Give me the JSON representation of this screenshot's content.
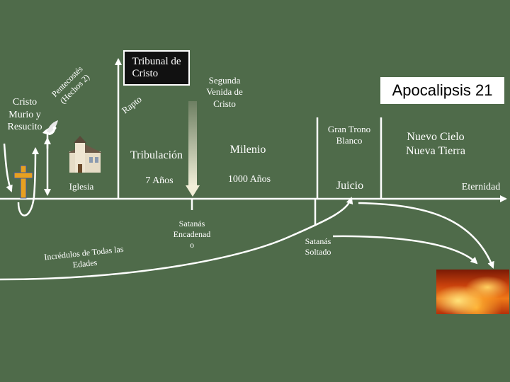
{
  "title_box": "Apocalipsis 21",
  "tribunal": "Tribunal de\nCristo",
  "cristo_murio": "Cristo\nMurio y\nResucito",
  "pentecostes": "Pentecostés\n(Hechos 2)",
  "iglesia": "Iglesia",
  "rapto": "Rapto",
  "tribulacion": "Tribulación",
  "siete_anos": "7  Años",
  "segunda_venida": "Segunda\nVenida de\nCristo",
  "milenio": "Milenio",
  "mil_anos": "1000 Años",
  "gran_trono": "Gran Trono\nBlanco",
  "juicio": "Juicio",
  "nuevo_cielo": "Nuevo Cielo\nNueva Tierra",
  "eternidad": "Eternidad",
  "satanas_encadenado": "Satanás\nEncadenad\no",
  "satanas_soltado": "Satanás\nSoltado",
  "incredulos": "Incrédulos de Todas las\nEdades",
  "colors": {
    "background": "#4f6b4a",
    "line": "#ffffff",
    "cross": "#e8a020",
    "arrow_shaft": "#d8d6b8"
  },
  "icons": [
    "cross-icon",
    "dove-icon",
    "church-icon",
    "fire-image"
  ]
}
